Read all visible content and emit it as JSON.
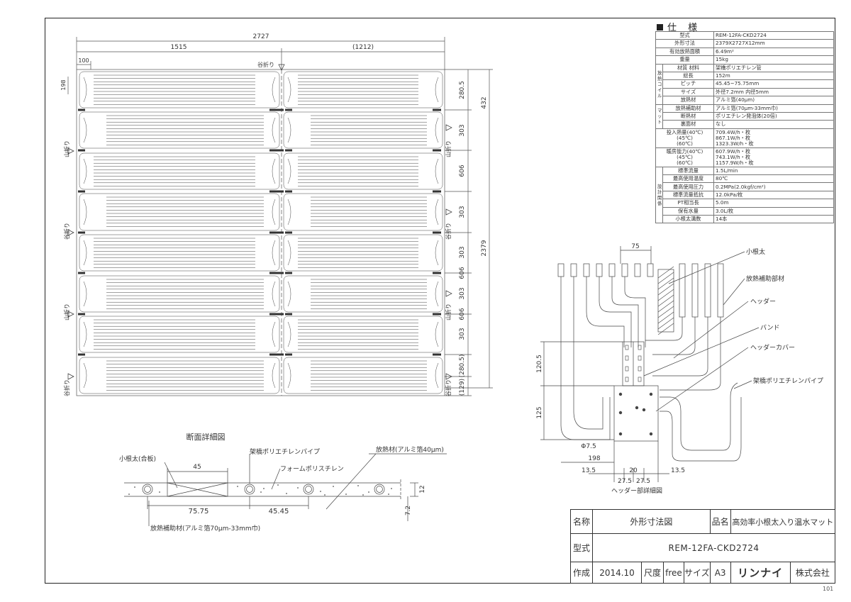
{
  "spec": {
    "title": "仕 様",
    "rows": [
      {
        "key": "型式",
        "value": "REM-12FA-CKD2724"
      },
      {
        "key": "外形寸法",
        "value": "2379X2727X12mm"
      },
      {
        "key": "有効放熱面積",
        "value": "6.49m²"
      },
      {
        "key": "重量",
        "value": "15kg"
      },
      {
        "group": "放熱コイル",
        "key": "材質 材料",
        "value": "架橋ポリエチレン管"
      },
      {
        "key": "総長",
        "value": "152m"
      },
      {
        "key": "ピッチ",
        "value": "45.45~75.75mm"
      },
      {
        "key": "サイズ",
        "value": "外径7.2mm 内径5mm"
      },
      {
        "key": "放熱材",
        "value": "アルミ箔(40μm)"
      },
      {
        "group": "マット",
        "key": "放熱補助材",
        "value": "アルミ箔(70μm-33mm巾)"
      },
      {
        "key": "断熱材",
        "value": "ポリエチレン発泡体(20倍)"
      },
      {
        "key": "裏面材",
        "value": "なし"
      },
      {
        "key": "投入熱量(40℃)\n(45℃)\n(60℃)",
        "value": "709.4W/h・枚\n867.1W/h・枚\n1323.3W/h・枚"
      },
      {
        "key": "暖房能力(40℃)\n(45℃)\n(60℃)",
        "value": "607.9W/h・枚\n743.1W/h・枚\n1157.9W/h・枚"
      },
      {
        "group": "設計関係",
        "key": "標準流量",
        "value": "1.5L/min"
      },
      {
        "key": "最高使用温度",
        "value": "80℃"
      },
      {
        "key": "最高使用圧力",
        "value": "0.2MPa(2.0kgf/cm²)"
      },
      {
        "key": "標準流量抵抗",
        "value": "12.0kPa/枚"
      },
      {
        "key": "PT相当長",
        "value": "5.0m"
      },
      {
        "key": "保有水量",
        "value": "3.0L/枚"
      },
      {
        "key": "小根太溝数",
        "value": "14本"
      }
    ]
  },
  "plan": {
    "dim_total_width": "2727",
    "dim_left": "1515",
    "dim_right": "(1212)",
    "dim_100": "100",
    "dim_198": "198",
    "valley_fold": "谷折り",
    "mountain_fold": "山折り",
    "dim_2805": "280.5",
    "dim_432": "432",
    "dim_303": "303",
    "dim_606": "606",
    "dim_2379": "2379",
    "dim_28051": "(280.5)",
    "dim_129": "(129)"
  },
  "header_detail": {
    "dim_75": "75",
    "dim_1205": "120.5",
    "dim_125": "125",
    "dim_phi": "Φ7.5",
    "dim_198": "198",
    "dim_135": "13.5",
    "dim_20": "20",
    "dim_275": "27.5",
    "label_joist": "小根太",
    "label_aux": "放熱補助部材",
    "label_header": "ヘッダー",
    "label_band": "バンド",
    "label_cover": "ヘッダーカバー",
    "label_pipe": "架橋ポリエチレンパイプ",
    "caption": "ヘッダー部詳細図"
  },
  "section": {
    "title": "断面詳細図",
    "label_joist": "小根太(合板)",
    "label_pipe": "架橋ポリエチレンパイプ",
    "label_foam": "フォームポリスチレン",
    "label_radiator": "放熱材(アルミ箔40μm)",
    "label_aux": "放熱補助材(アルミ箔70μm-33mm巾)",
    "dim_45": "45",
    "dim_7575": "75.75",
    "dim_4545": "45.45",
    "dim_12": "12",
    "dim_72": "7.2"
  },
  "titleblock": {
    "name_label": "名称",
    "name": "外形寸法図",
    "product_label": "品名",
    "product": "高効率小根太入り温水マット",
    "model_label": "型式",
    "model": "REM-12FA-CKD2724",
    "made_label": "作成",
    "date": "2014.10",
    "scale_label": "尺度",
    "scale": "free",
    "size_label": "サイズ",
    "size": "A3",
    "company_logo": "リンナイ",
    "company_suffix": "株式会社"
  },
  "page_no": "101"
}
